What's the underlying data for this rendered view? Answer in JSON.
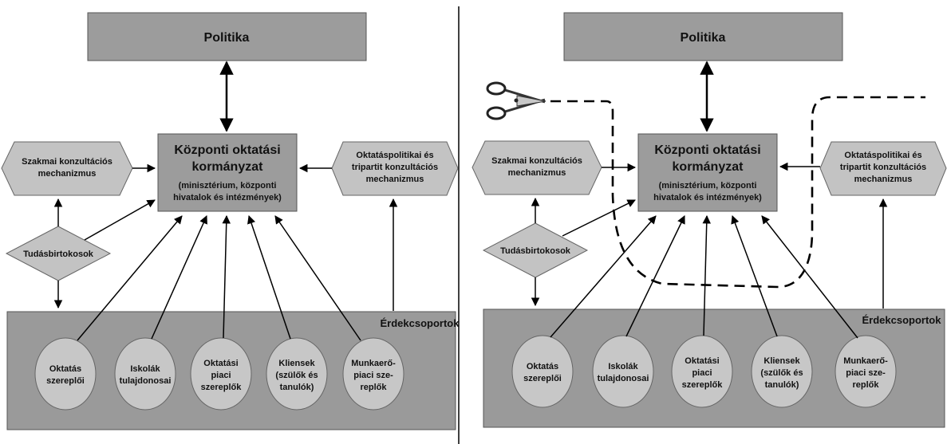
{
  "diagrams": [
    {
      "politics": "Politika",
      "central_title_lines": [
        "Központi oktatási",
        "kormányzat"
      ],
      "central_sub_lines": [
        "(minisztérium, központi",
        "hivatalok és intézmények)"
      ],
      "left_consult_lines": [
        "Szakmai konzultációs",
        "mechanizmus"
      ],
      "right_consult_lines": [
        "Oktatáspolitikai és",
        "tripartit konzultációs",
        "mechanizmus"
      ],
      "stakeholders": "Tudásbirtokosok",
      "interest_groups": "Érdekcsoportok",
      "actors": [
        {
          "lines": [
            "Oktatás",
            "szereplői"
          ]
        },
        {
          "lines": [
            "Iskolák",
            "tulajdonosai"
          ]
        },
        {
          "lines": [
            "Oktatási",
            "piaci",
            "szereplők"
          ]
        },
        {
          "lines": [
            "Kliensek",
            "(szülők és",
            "tanulók)"
          ]
        },
        {
          "lines": [
            "Munkaerő-",
            "piaci sze-",
            "replők"
          ]
        }
      ],
      "scissors": false
    },
    {
      "politics": "Politika",
      "central_title_lines": [
        "Központi oktatási",
        "kormányzat"
      ],
      "central_sub_lines": [
        "(minisztérium, központi",
        "hivatalok és intézmények)"
      ],
      "left_consult_lines": [
        "Szakmai konzultációs",
        "mechanizmus"
      ],
      "right_consult_lines": [
        "Oktatáspolitikai és",
        "tripartit konzultációs",
        "mechanizmus"
      ],
      "stakeholders": "Tudásbirtokosok",
      "interest_groups": "Érdekcsoportok",
      "actors": [
        {
          "lines": [
            "Oktatás",
            "szereplői"
          ]
        },
        {
          "lines": [
            "Iskolák",
            "tulajdonosai"
          ]
        },
        {
          "lines": [
            "Oktatási",
            "piaci",
            "szereplők"
          ]
        },
        {
          "lines": [
            "Kliensek",
            "(szülők és",
            "tanulók)"
          ]
        },
        {
          "lines": [
            "Munkaerő-",
            "piaci sze-",
            "replők"
          ]
        }
      ],
      "scissors": true
    }
  ],
  "colors": {
    "box_fill": "#9c9c9c",
    "band_fill": "#9a9a9a",
    "shape_fill": "#c3c3c3",
    "ellipse_fill": "#c7c7c7",
    "stroke": "#555555"
  }
}
